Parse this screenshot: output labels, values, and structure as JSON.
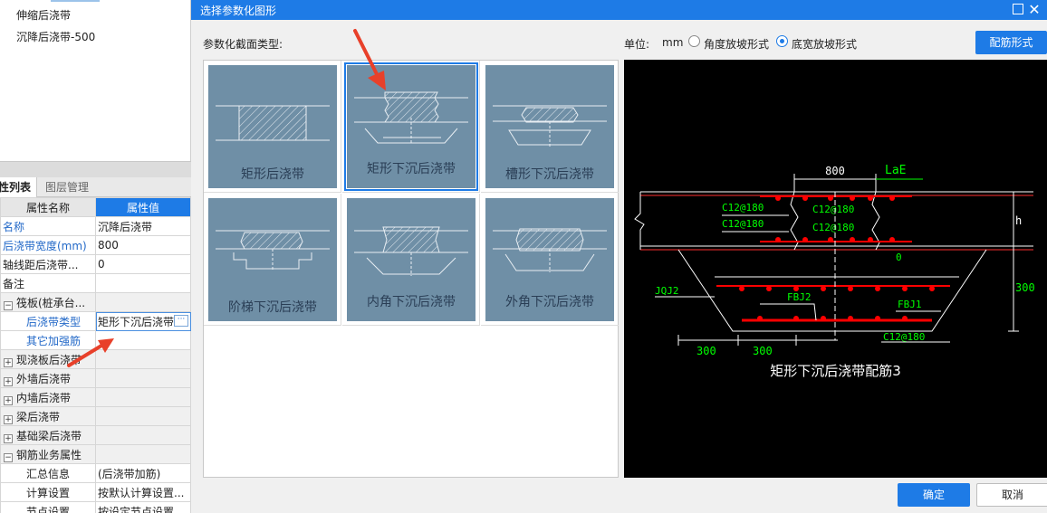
{
  "tree": {
    "items": [
      "伸缩后浇带",
      "沉降后浇带-500"
    ]
  },
  "left_tabs": {
    "props": "性列表",
    "layers": "图层管理"
  },
  "props_table": {
    "headers": [
      "属性名称",
      "属性值"
    ],
    "rows": [
      {
        "name": "名称",
        "value": "沉降后浇带"
      },
      {
        "name": "后浇带宽度(mm)",
        "value": "800"
      },
      {
        "name": "轴线距后浇带...",
        "value": "0"
      },
      {
        "name": "备注",
        "value": ""
      },
      {
        "name": "筏板(桩承台...",
        "value": ""
      },
      {
        "name": "后浇带类型",
        "value": "矩形下沉后浇带"
      },
      {
        "name": "其它加强筋",
        "value": ""
      },
      {
        "name": "现浇板后浇带",
        "value": ""
      },
      {
        "name": "外墙后浇带",
        "value": ""
      },
      {
        "name": "内墙后浇带",
        "value": ""
      },
      {
        "name": "梁后浇带",
        "value": ""
      },
      {
        "name": "基础梁后浇带",
        "value": ""
      },
      {
        "name": "钢筋业务属性",
        "value": ""
      },
      {
        "name": "汇总信息",
        "value": "(后浇带加筋)"
      },
      {
        "name": "计算设置",
        "value": "按默认计算设置..."
      },
      {
        "name": "节点设置",
        "value": "按设定节点设置..."
      }
    ],
    "edit_button": "···"
  },
  "dialog": {
    "title": "选择参数化图形",
    "section_label": "参数化截面类型:",
    "unit_label": "单位:",
    "unit_value": "mm",
    "radio_angle": "角度放坡形式",
    "radio_width": "底宽放坡形式",
    "radio_selected": "底宽放坡形式",
    "rebar_button": "配筋形式",
    "ok": "确定",
    "cancel": "取消"
  },
  "shapes": [
    {
      "label": "矩形后浇带",
      "icon": "rect-post-pour-band-icon",
      "selected": false
    },
    {
      "label": "矩形下沉后浇带",
      "icon": "rect-sunk-post-pour-band-icon",
      "selected": true
    },
    {
      "label": "槽形下沉后浇带",
      "icon": "trough-sunk-post-pour-band-icon",
      "selected": false
    },
    {
      "label": "阶梯下沉后浇带",
      "icon": "stepped-sunk-post-pour-band-icon",
      "selected": false
    },
    {
      "label": "内角下沉后浇带",
      "icon": "inner-corner-sunk-post-pour-band-icon",
      "selected": false
    },
    {
      "label": "外角下沉后浇带",
      "icon": "outer-corner-sunk-post-pour-band-icon",
      "selected": false
    }
  ],
  "preview": {
    "caption": "矩形下沉后浇带配筋3",
    "dims": {
      "width": "800",
      "lae": "LaE",
      "h": "h",
      "zero": "0",
      "depth": "300",
      "left300": "300",
      "mid300": "300"
    },
    "rebars": {
      "top1": "C12@180",
      "top2": "C12@180",
      "top3": "C12@180",
      "top4": "C12@180",
      "jqj": "JQJ2",
      "fbj2": "FBJ2",
      "fbj1": "FBJ1",
      "bottom": "C12@180"
    }
  },
  "colors": {
    "accent": "#1e7be6",
    "thumb_bg": "#6f8fa6",
    "rebar": "#ff0000",
    "dim_text": "#00ff00",
    "annotation_arrow": "#e8402a"
  }
}
